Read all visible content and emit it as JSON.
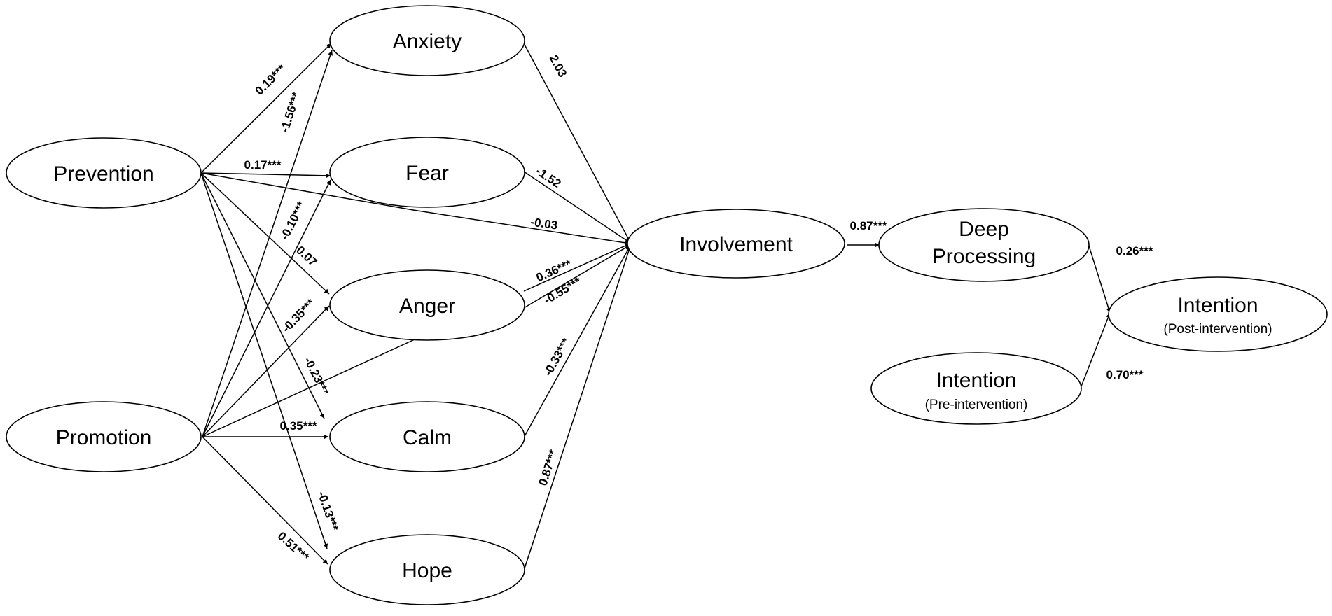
{
  "nodes": {
    "prevention": {
      "label": "Prevention"
    },
    "promotion": {
      "label": "Promotion"
    },
    "anxiety": {
      "label": "Anxiety"
    },
    "fear": {
      "label": "Fear"
    },
    "anger": {
      "label": "Anger"
    },
    "calm": {
      "label": "Calm"
    },
    "hope": {
      "label": "Hope"
    },
    "involvement": {
      "label": "Involvement"
    },
    "deep_processing": {
      "line1": "Deep",
      "line2": "Processing"
    },
    "intention_post": {
      "label": "Intention",
      "sub": "(Post-intervention)"
    },
    "intention_pre": {
      "label": "Intention",
      "sub": "(Pre-intervention)"
    }
  },
  "paths": {
    "prevention_anxiety": "0.19***",
    "prevention_fear": "0.17***",
    "prevention_anger": "0.07",
    "prevention_calm": "-0.23***",
    "prevention_hope": "-0.13***",
    "prevention_involvement": "-0.03",
    "promotion_anxiety": "-1.56***",
    "promotion_fear": "-0.10***",
    "promotion_anger": "-0.35***",
    "promotion_calm": "0.35***",
    "promotion_hope": "0.51***",
    "promotion_involvement": "-0.55***",
    "anxiety_involvement": "2.03",
    "fear_involvement": "-1.52",
    "anger_involvement": "0.36***",
    "calm_involvement": "-0.33***",
    "hope_involvement": "0.87***",
    "involvement_deep": "0.87***",
    "deep_intention_post": "0.26***",
    "pre_intention_post": "0.70***"
  }
}
